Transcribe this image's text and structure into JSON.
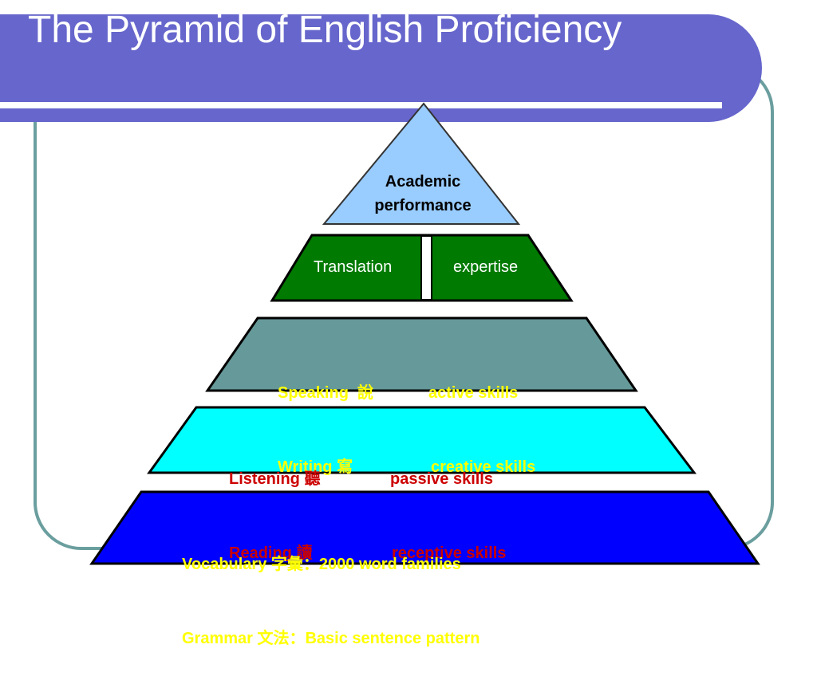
{
  "slide": {
    "title": "The Pyramid of English Proficiency"
  },
  "pyramid": {
    "top": {
      "line1": "Academic",
      "line2": "performance"
    },
    "translation": {
      "left": "Translation",
      "right": "expertise"
    },
    "active": {
      "row1_left": "Speaking  說",
      "row1_right": "active skills",
      "row2_left": "Writing 寫",
      "row2_right": "creative skills"
    },
    "passive": {
      "row1_left": "Listening 聽",
      "row1_right": "passive skills",
      "row2_left": "Reading 讀",
      "row2_right": "receptive skills"
    },
    "base": {
      "row1": "Vocabulary 字彙：2000 word families",
      "row2": "Grammar 文法：Basic sentence pattern"
    }
  },
  "colors": {
    "header": "#6666cc",
    "frame": "#6b9e9e",
    "tier_top": "#99ccff",
    "tier_translation": "#007a00",
    "tier_active": "#669999",
    "tier_passive": "#00ffff",
    "tier_base": "#0000ff",
    "text_yellow": "#ffff00",
    "text_red": "#cc0000"
  }
}
